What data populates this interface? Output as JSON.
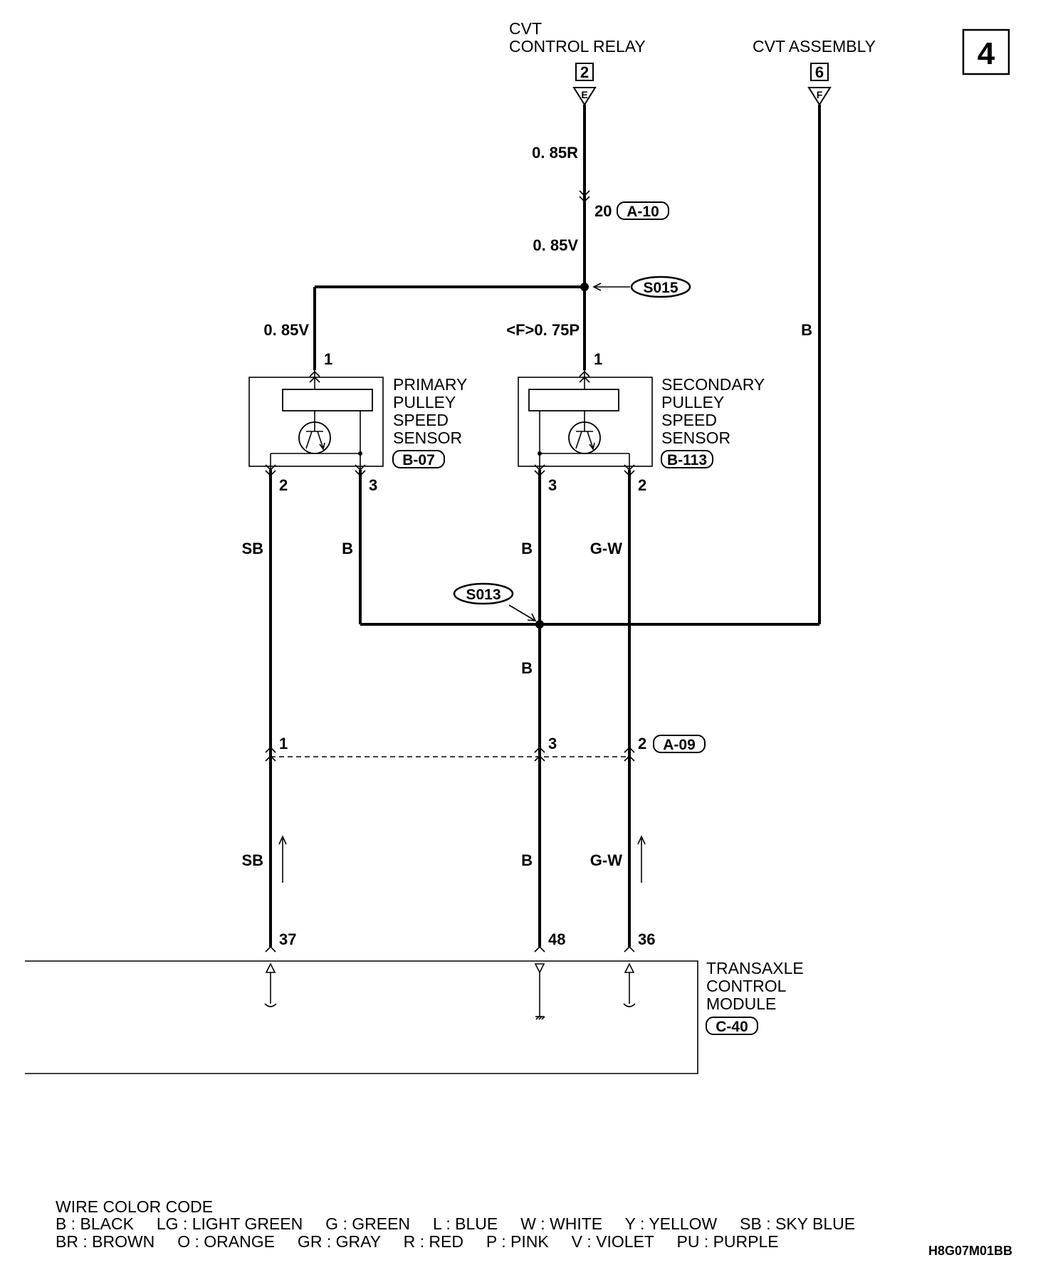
{
  "page_number": "4",
  "labels": {
    "cvt_relay_line1": "CVT",
    "cvt_relay_line2": "CONTROL RELAY",
    "cvt_relay_pin": "2",
    "cvt_relay_conn": "E",
    "cvt_assembly": "CVT ASSEMBLY",
    "cvt_assembly_pin": "6",
    "cvt_assembly_conn": "F"
  },
  "wires": {
    "relay_top": "0. 85R",
    "relay_bottom": "0. 85V",
    "primary_feed": "0. 85V",
    "secondary_feed": "<F>0. 75P",
    "assembly_ground": "B",
    "primary_sig": "SB",
    "primary_gnd": "B",
    "secondary_gnd": "B",
    "secondary_sig": "G-W",
    "center_mid": "B",
    "lower_left": "SB",
    "lower_center": "B",
    "lower_right": "G-W"
  },
  "connectors": {
    "a10_pin": "20",
    "a10": "A-10",
    "a09": "A-09",
    "a09_pin_left": "1",
    "a09_pin_center": "3",
    "a09_pin_right": "2",
    "b07": "B-07",
    "b113": "B-113",
    "c40": "C-40"
  },
  "splices": {
    "s015": "S015",
    "s013": "S013"
  },
  "primary_sensor": {
    "line1": "PRIMARY",
    "line2": "PULLEY",
    "line3": "SPEED",
    "line4": "SENSOR",
    "pin_top": "1",
    "pin_left": "2",
    "pin_right": "3"
  },
  "secondary_sensor": {
    "line1": "SECONDARY",
    "line2": "PULLEY",
    "line3": "SPEED",
    "line4": "SENSOR",
    "pin_top": "1",
    "pin_left": "3",
    "pin_right": "2"
  },
  "tcm": {
    "line1": "TRANSAXLE",
    "line2": "CONTROL",
    "line3": "MODULE",
    "pin_left": "37",
    "pin_center": "48",
    "pin_right": "36"
  },
  "legend": {
    "title": "WIRE COLOR CODE",
    "row1": "B : BLACK     LG : LIGHT GREEN     G : GREEN     L : BLUE     W : WHITE     Y : YELLOW     SB : SKY BLUE",
    "row2": "BR : BROWN     O : ORANGE     GR : GRAY     R : RED     P : PINK     V : VIOLET     PU : PURPLE"
  },
  "code": "H8G07M01BB"
}
